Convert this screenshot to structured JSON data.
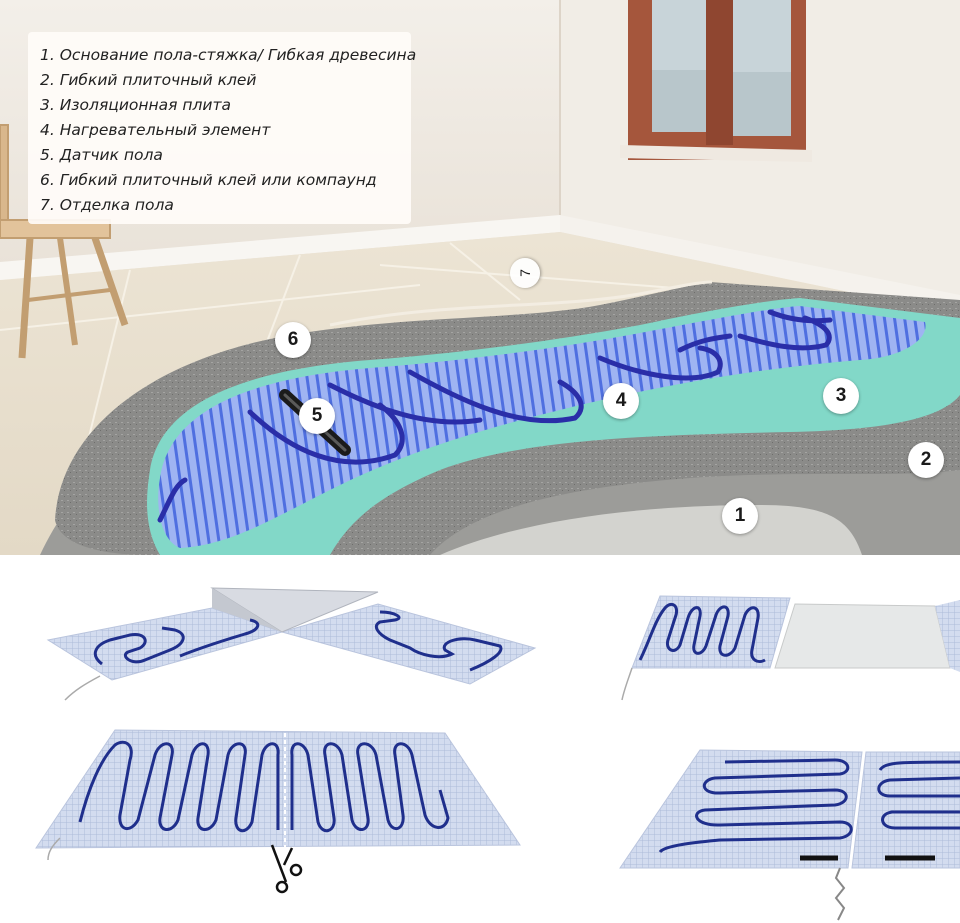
{
  "legend": {
    "items": [
      "1. Основание пола-стяжка/ Гибкая древесина",
      "2. Гибкий плиточный клей",
      "3. Изоляционная плита",
      "4. Нагревательный элемент",
      "5. Датчик пола",
      "6. Гибкий плиточный клей или компаунд",
      "7. Отделка пола"
    ]
  },
  "markers": [
    "1",
    "2",
    "3",
    "4",
    "5",
    "6",
    "7"
  ],
  "colors": {
    "wall": "#efe9e1",
    "tile_floor": "#e9e1d0",
    "adhesive_grey": "#8a8a88",
    "insulation_board": "#7fd6c6",
    "heating_mesh": "#5b7be8",
    "heating_cable": "#2a2ea8",
    "wood_base": "#d8b98a",
    "window_frame": "#a5563c",
    "mat_mesh": "#c9d4ea",
    "mat_cable": "#1f2f8c"
  }
}
